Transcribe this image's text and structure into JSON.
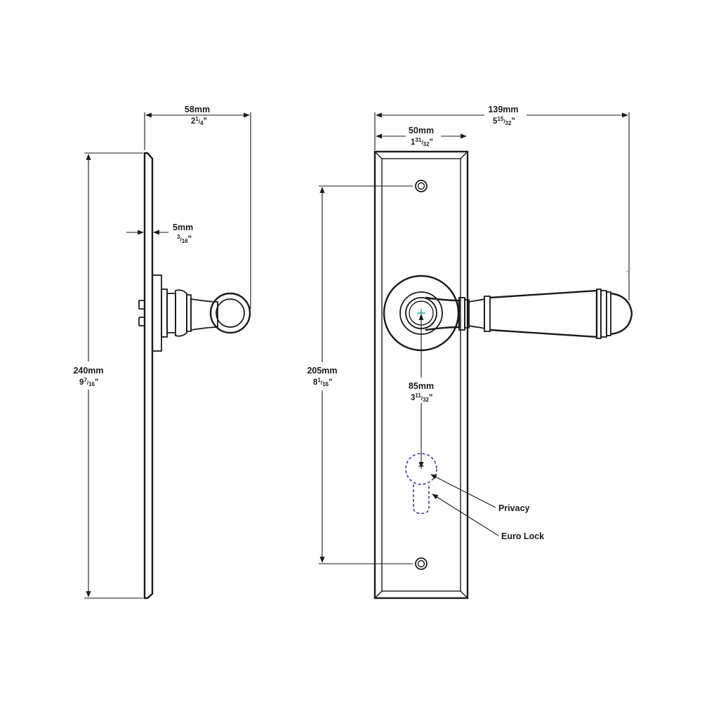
{
  "dimensions": {
    "side_width": {
      "mm": "58mm",
      "inch_whole": "2",
      "inch_num": "1",
      "inch_den": "4",
      "inch_mark": "\""
    },
    "plate_thickness": {
      "mm": "5mm",
      "inch_whole": "",
      "inch_num": "3",
      "inch_den": "16",
      "inch_mark": "\""
    },
    "overall_height": {
      "mm": "240mm",
      "inch_whole": "9",
      "inch_num": "7",
      "inch_den": "16",
      "inch_mark": "\""
    },
    "overall_projection": {
      "mm": "139mm",
      "inch_whole": "5",
      "inch_num": "15",
      "inch_den": "32",
      "inch_mark": "\""
    },
    "plate_width": {
      "mm": "50mm",
      "inch_whole": "1",
      "inch_num": "31",
      "inch_den": "32",
      "inch_mark": "\""
    },
    "fixing_centres": {
      "mm": "205mm",
      "inch_whole": "8",
      "inch_num": "1",
      "inch_den": "16",
      "inch_mark": "\""
    },
    "backset": {
      "mm": "85mm",
      "inch_whole": "3",
      "inch_num": "11",
      "inch_den": "32",
      "inch_mark": "\""
    }
  },
  "callouts": {
    "privacy": "Privacy",
    "euro_lock": "Euro Lock"
  },
  "colors": {
    "line": "#1a1a1a",
    "dashed_outline": "#3a3aa0",
    "centre_mark": "#1aa0a0",
    "background": "#ffffff"
  }
}
